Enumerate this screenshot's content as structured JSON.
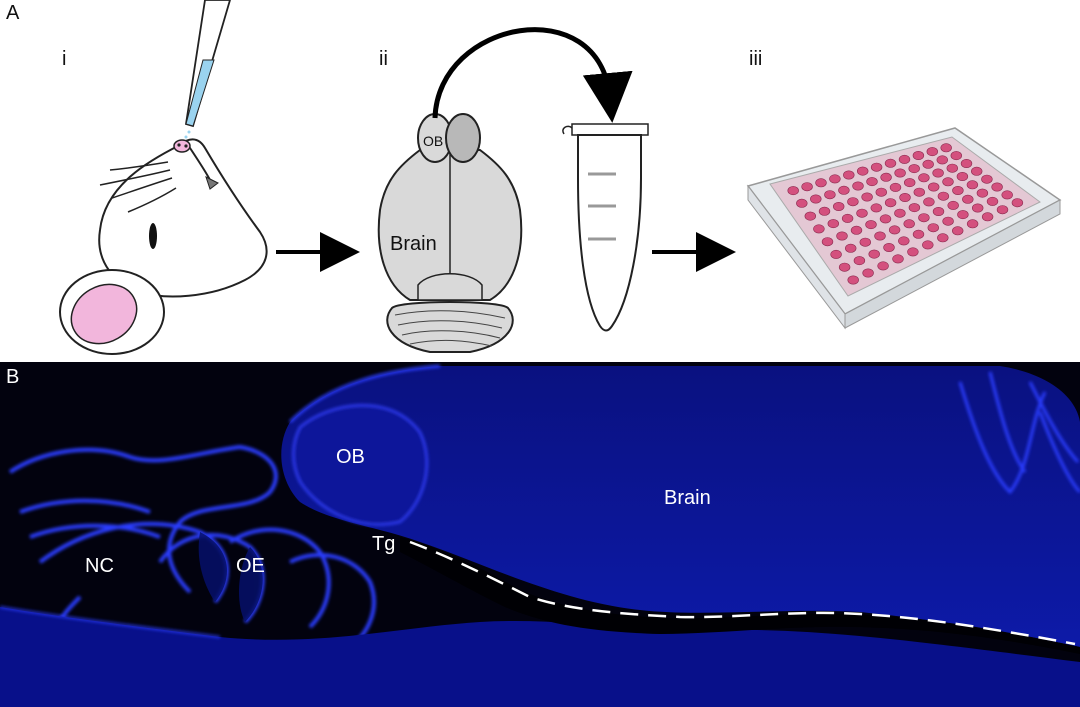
{
  "panel_a": {
    "label": "A",
    "steps": [
      "i",
      "ii",
      "iii"
    ],
    "brain_label": "Brain",
    "ob_label": "OB"
  },
  "panel_b": {
    "label": "B",
    "region_labels": {
      "ob": "OB",
      "brain": "Brain",
      "nc": "NC",
      "oe": "OE",
      "tg": "Tg"
    }
  },
  "colors": {
    "pink_ear": "#f2b6dc",
    "pipette_fluid": "#9ad3ef",
    "brain_gray": "#d9d9d9",
    "ob_gray": "#b8b8b8",
    "well_pink": "#d4507e",
    "fluor_blue": "#1a2cff"
  }
}
